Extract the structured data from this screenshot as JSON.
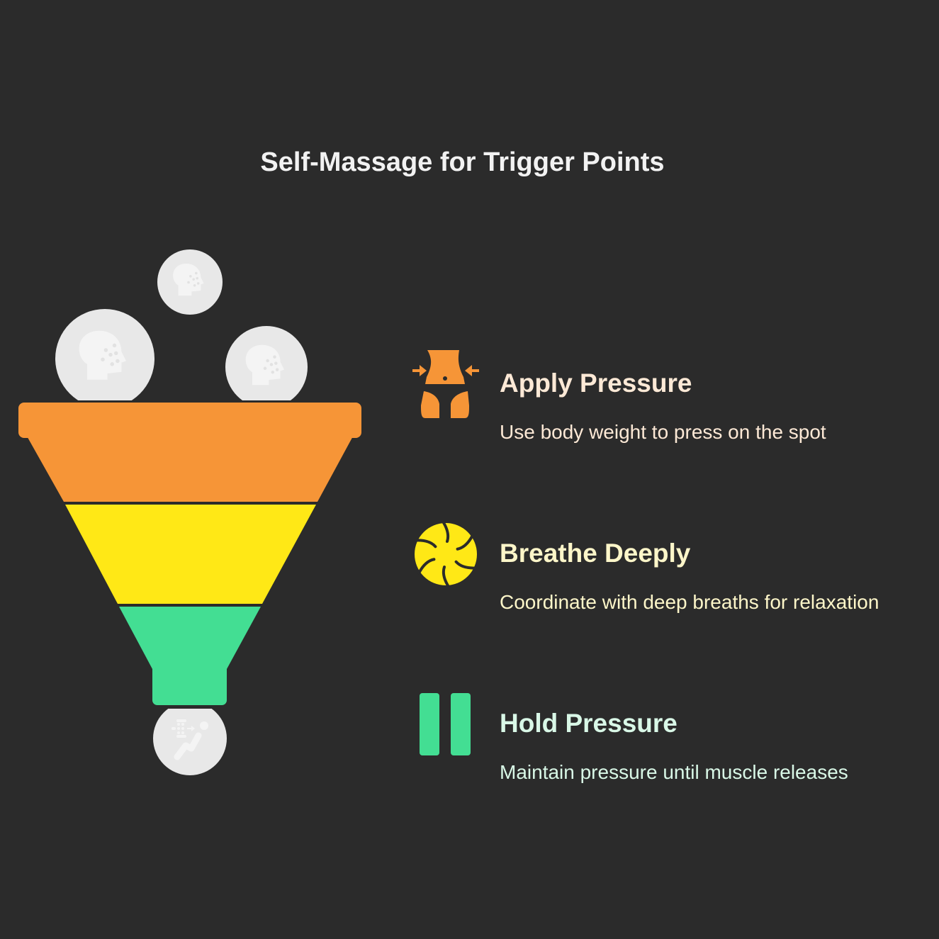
{
  "title": "Self-Massage for Trigger Points",
  "colors": {
    "background": "#2b2b2b",
    "orange": "#f69537",
    "yellow": "#ffe816",
    "green": "#43de93",
    "circle": "#e8e8e8"
  },
  "steps": [
    {
      "title": "Apply Pressure",
      "description": "Use body weight to press on the spot",
      "icon": "waist-pressure-icon",
      "color": "#f69537"
    },
    {
      "title": "Breathe Deeply",
      "description": "Coordinate with deep breaths for relaxation",
      "icon": "breath-swirl-icon",
      "color": "#ffe816"
    },
    {
      "title": "Hold Pressure",
      "description": "Maintain pressure until muscle releases",
      "icon": "pause-icon",
      "color": "#43de93"
    }
  ]
}
